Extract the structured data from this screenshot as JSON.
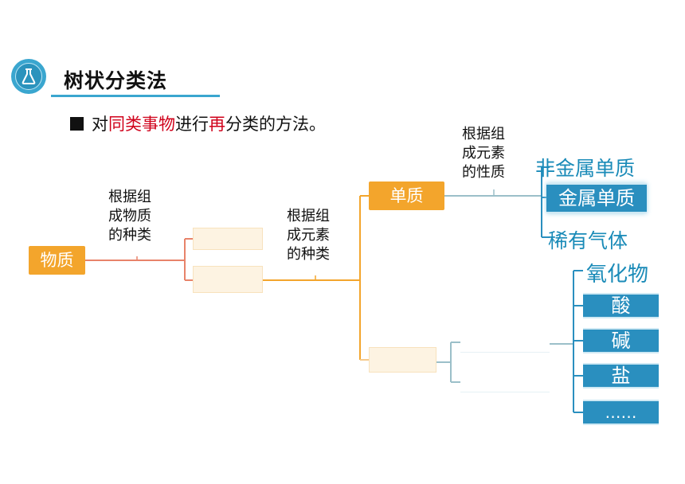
{
  "header": {
    "title": "树状分类法"
  },
  "definition": {
    "prefix": "对",
    "highlight1": "同类事物",
    "middle": "进行",
    "highlight2": "再",
    "suffix": "分类的方法。"
  },
  "tree": {
    "root": "物质",
    "criterion_level1": [
      "根据组",
      "成物质",
      "的种类"
    ],
    "criterion_level2": [
      "根据组",
      "成元素",
      "的种类"
    ],
    "elementary": "单质",
    "criterion_level3": [
      "根据组",
      "成元素",
      "的性质"
    ],
    "elementary_children": [
      "非金属单质",
      "金属单质",
      "稀有气体"
    ],
    "compound_children": [
      "氧化物",
      "酸",
      "碱",
      "盐",
      "……"
    ]
  },
  "colors": {
    "orange": "#f3a52c",
    "blue": "#2a8fbf",
    "blue_text": "#1a8bb8",
    "accent_red": "#d0021b"
  }
}
